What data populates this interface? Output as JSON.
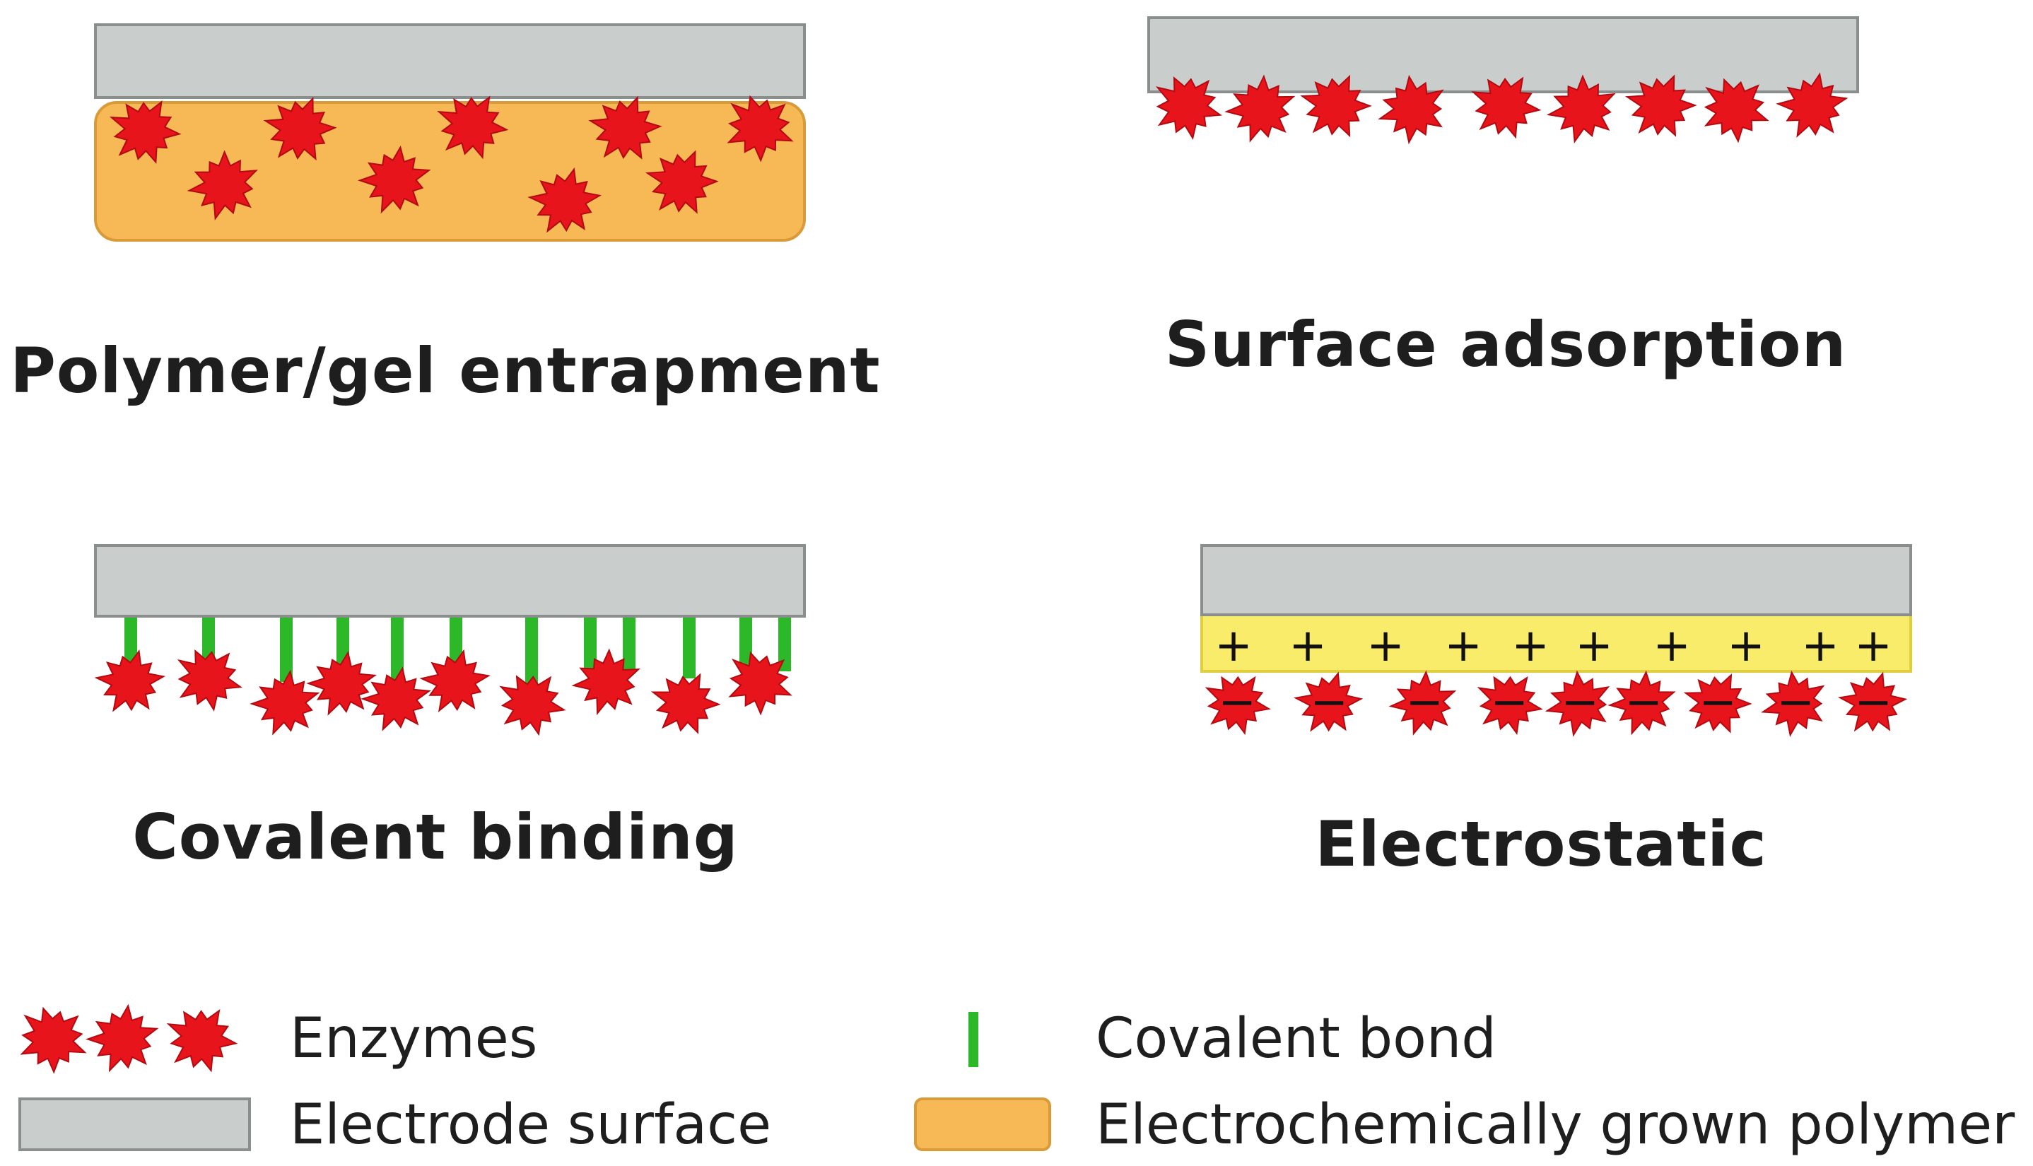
{
  "panels": {
    "entrapment": {
      "title": "Polymer/gel entrapment"
    },
    "adsorption": {
      "title": "Surface adsorption"
    },
    "covalent": {
      "title": "Covalent binding"
    },
    "electrostatic": {
      "title": "Electrostatic",
      "positive_sign": "+",
      "negative_sign": "−"
    }
  },
  "legend": {
    "enzymes": "Enzymes",
    "covalent_bond": "Covalent bond",
    "electrode_surface": "Electrode surface",
    "polymer": "Electrochemically grown polymer"
  },
  "colors": {
    "electrode": "#c9cdcc",
    "electrode_stroke": "#8a8e8d",
    "polymer": "#f7b955",
    "polymer_stroke": "#d99a3a",
    "charged_layer": "#f9ec6a",
    "enzyme": "#e8141c",
    "bond": "#2db82a",
    "text": "#1e1e1e"
  }
}
